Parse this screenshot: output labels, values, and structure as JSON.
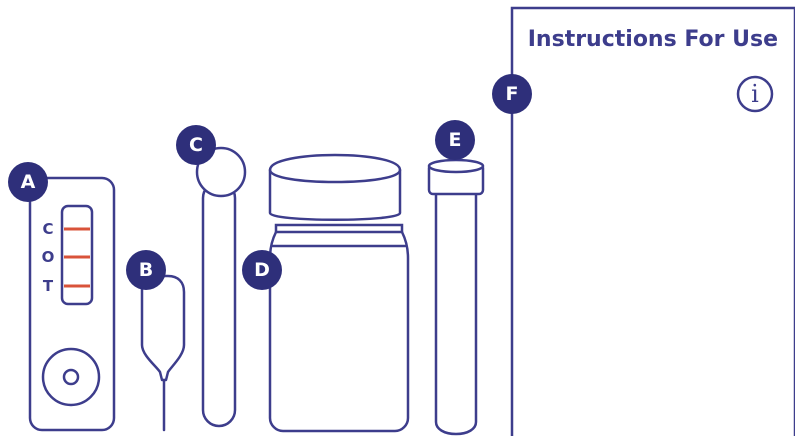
{
  "colors": {
    "outline": "#3d3d8c",
    "badge": "#2e2f7a",
    "result_line": "#d9533a"
  },
  "items": [
    {
      "badge": "A",
      "component": "test-cassette"
    },
    {
      "badge": "B",
      "component": "dropper-pipette"
    },
    {
      "badge": "C",
      "component": "swab"
    },
    {
      "badge": "D",
      "component": "buffer-bottle"
    },
    {
      "badge": "E",
      "component": "extraction-tube"
    },
    {
      "badge": "F",
      "component": "instructions-leaflet"
    }
  ],
  "cassette": {
    "labels": [
      "C",
      "O",
      "T"
    ]
  },
  "leaflet": {
    "title": "Instructions For Use",
    "icon": "info-icon"
  }
}
